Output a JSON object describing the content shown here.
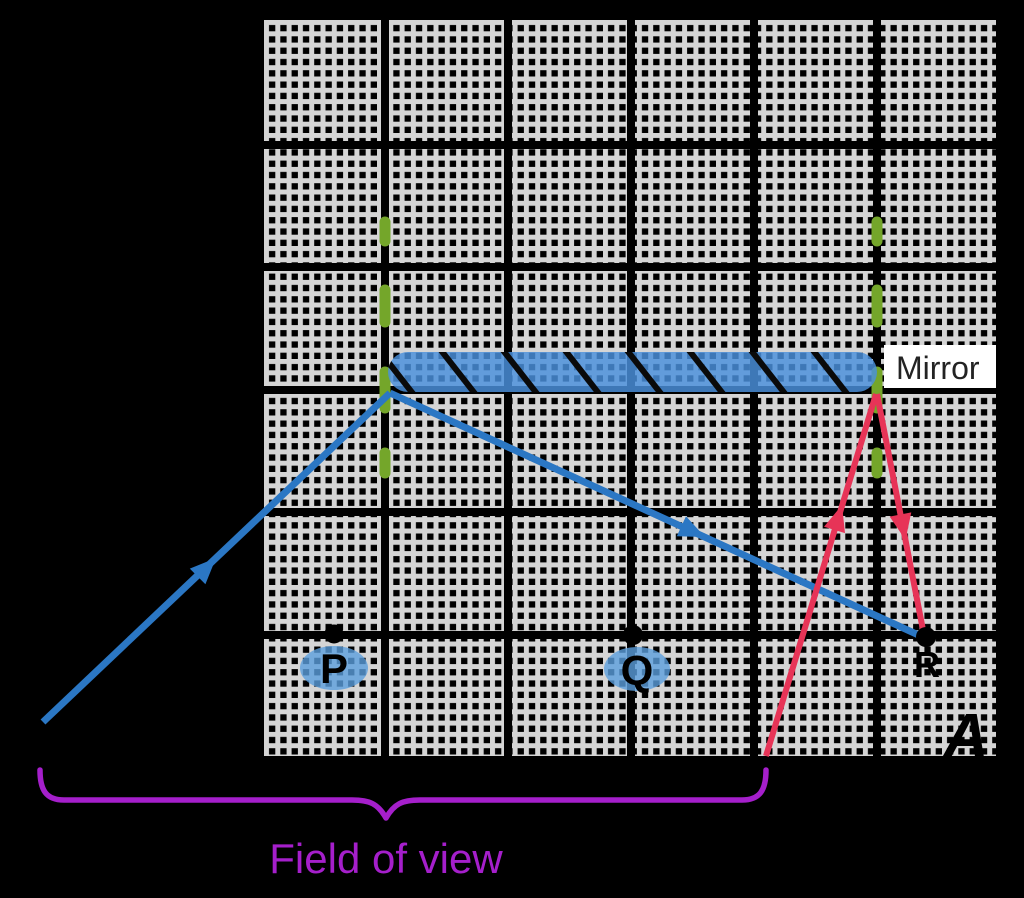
{
  "figure": {
    "mirror": {
      "label": "Mirror"
    },
    "points": [
      {
        "label": "P"
      },
      {
        "label": "Q"
      },
      {
        "label": "R"
      }
    ],
    "caption": {
      "label": "Field of view"
    },
    "observer_icon": {
      "glyph": "A"
    },
    "colors": {
      "background": "#000000",
      "grid_line": "#d5d5d5",
      "major_line": "#000000",
      "mirror_fill": "#4a90dc",
      "mirror_hatch": "#0a0a0a",
      "marker_green": "#74a62a",
      "ray_blue": "#2b77c4",
      "ray_red": "#e73457",
      "highlight_blue": "#5b9fdd",
      "brace_purple": "#a51fcb",
      "mirror_box_bg": "#ffffff",
      "label_dark": "#232323",
      "point_label": "#000000"
    }
  }
}
